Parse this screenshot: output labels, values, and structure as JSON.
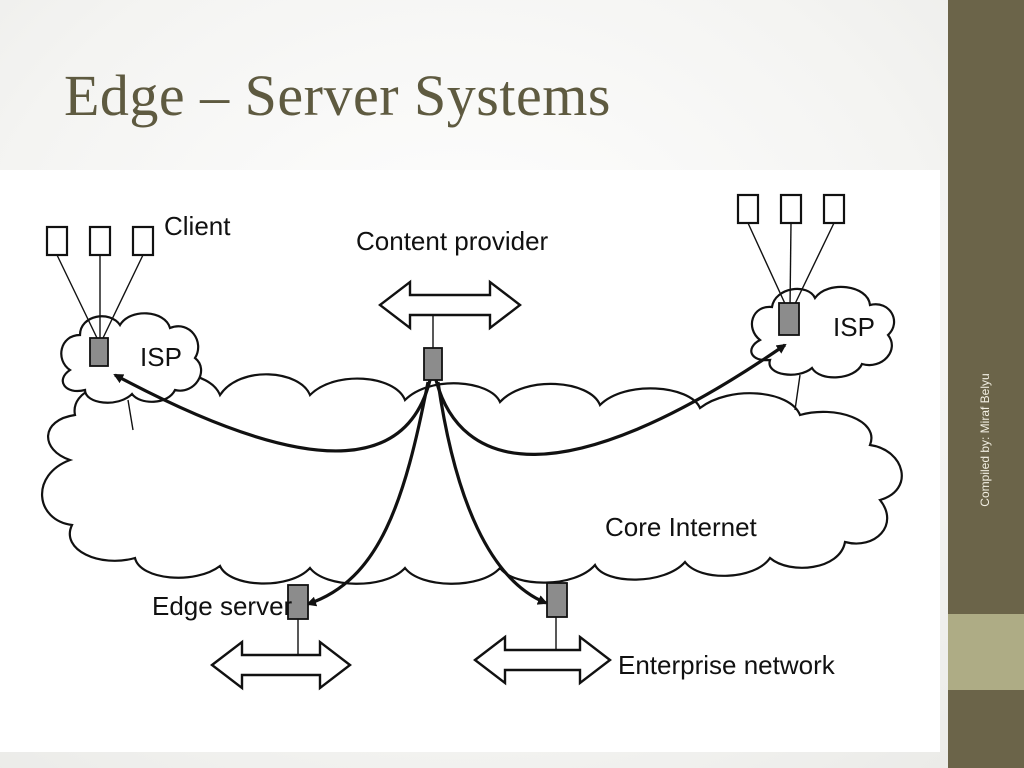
{
  "slide": {
    "title": "Edge – Server Systems",
    "footer": "Compiled by: Miraf Belyu"
  },
  "diagram": {
    "labels": {
      "client": "Client",
      "content_provider": "Content provider",
      "isp_left": "ISP",
      "isp_right": "ISP",
      "core_internet": "Core Internet",
      "edge_server": "Edge server",
      "enterprise_network": "Enterprise network"
    }
  },
  "colors": {
    "title": "#5e5a40",
    "sidebar": "#6b6449",
    "sidebar_accent": "#aeac85"
  }
}
